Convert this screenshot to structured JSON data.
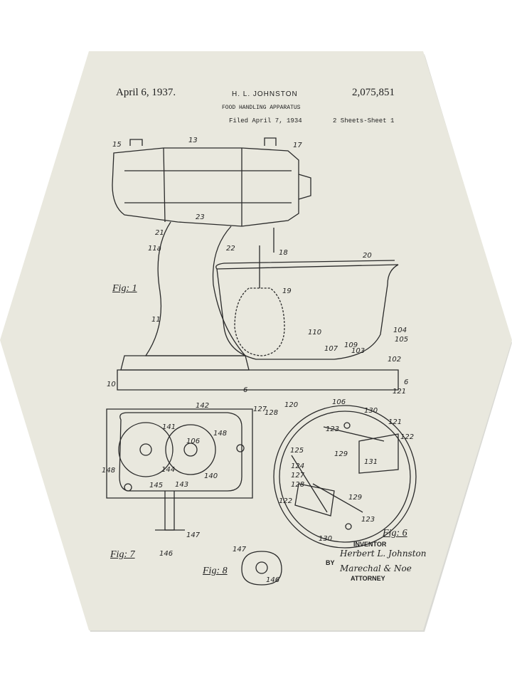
{
  "header": {
    "date": "April 6, 1937.",
    "inventor_name": "H. L. JOHNSTON",
    "patent_number": "2,075,851",
    "title": "FOOD HANDLING APPARATUS",
    "filed": "Filed April 7, 1934",
    "sheets": "2 Sheets-Sheet 1"
  },
  "figures": {
    "fig1": "Fig: 1",
    "fig6": "Fig: 6",
    "fig7": "Fig: 7",
    "fig8": "Fig: 8"
  },
  "reference_numbers": [
    "15",
    "13",
    "17",
    "23",
    "21",
    "11a",
    "22",
    "18",
    "20",
    "19",
    "11",
    "110",
    "104",
    "105",
    "107",
    "109",
    "103",
    "102",
    "10",
    "6",
    "6",
    "121",
    "127",
    "128",
    "120",
    "106",
    "142",
    "141",
    "106",
    "148",
    "148",
    "144",
    "143",
    "140",
    "145",
    "147",
    "146",
    "130",
    "121",
    "123",
    "122",
    "125",
    "129",
    "131",
    "124",
    "127",
    "128",
    "129",
    "122",
    "123",
    "130",
    "147",
    "146"
  ],
  "signature_block": {
    "inventor_label": "INVENTOR",
    "inventor_signature": "Herbert L. Johnston",
    "by_label": "BY",
    "attorney_signature": "Marechal & Noe",
    "attorney_label": "ATTORNEY"
  },
  "colors": {
    "board": "#e9e8de",
    "ink": "#222222"
  }
}
